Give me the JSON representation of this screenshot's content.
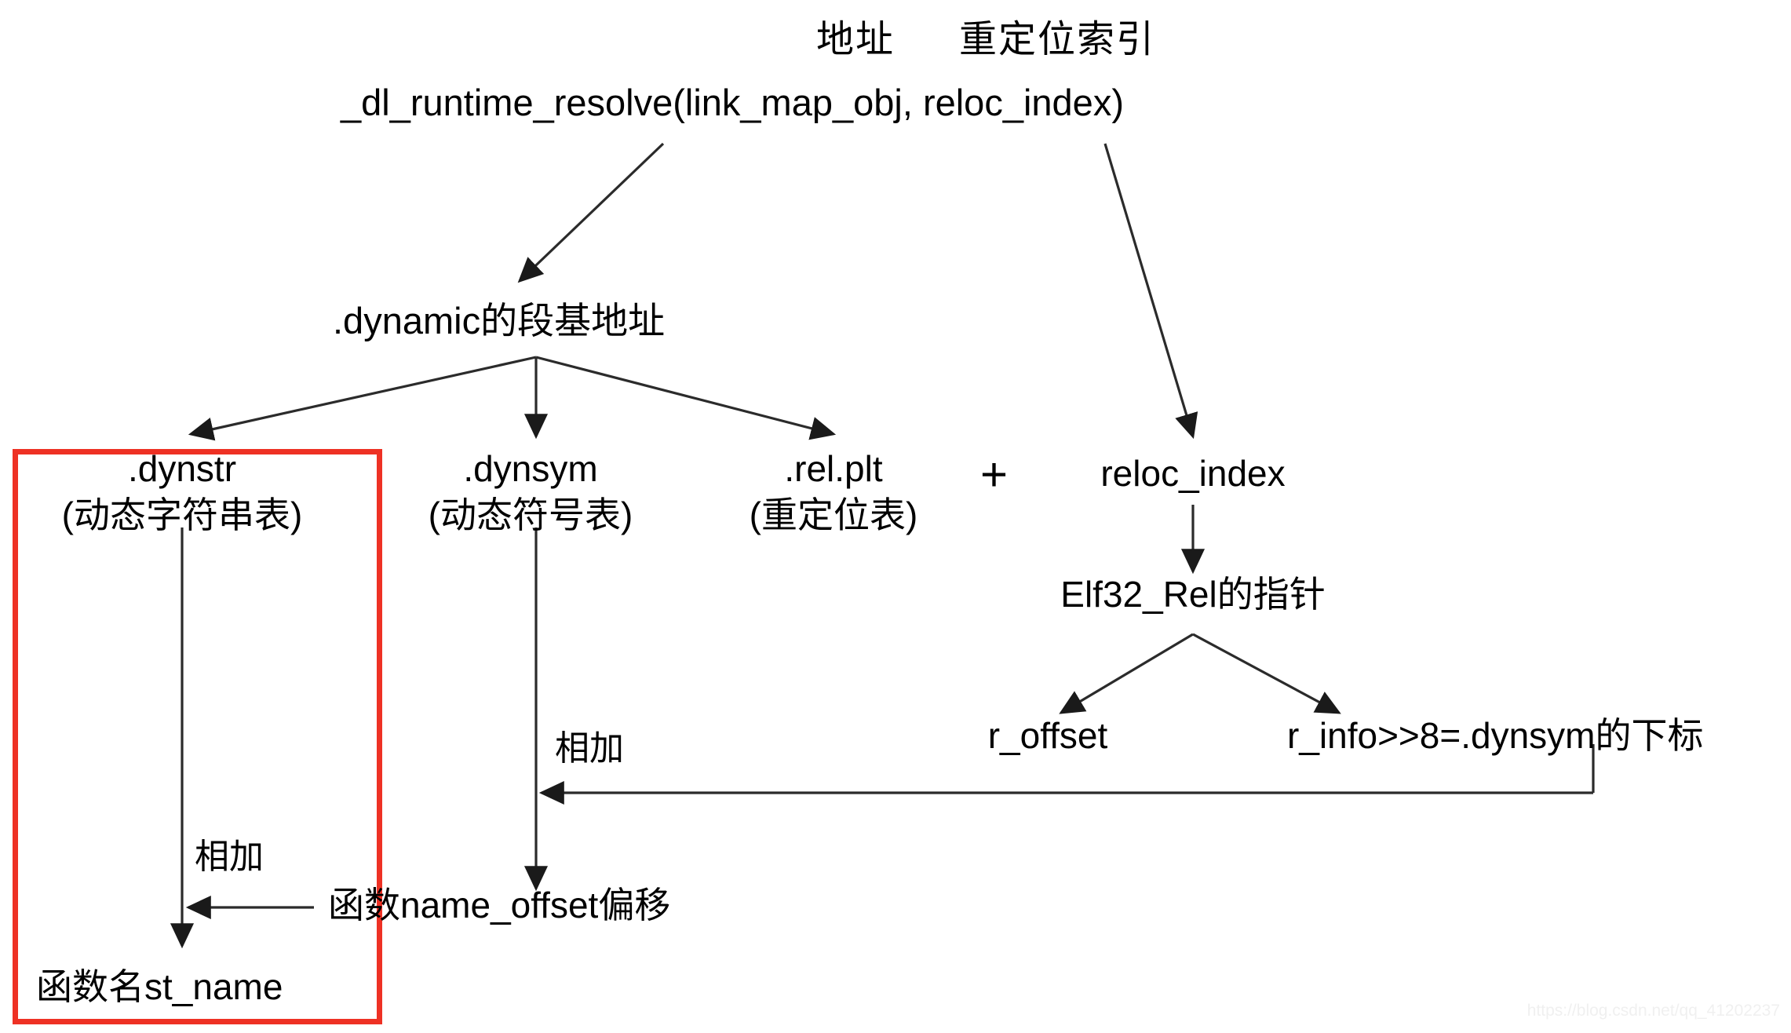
{
  "diagram": {
    "title_row": {
      "address_label": "地址",
      "reloc_index_label": "重定位索引"
    },
    "nodes": {
      "entry": "_dl_runtime_resolve(link_map_obj, reloc_index)",
      "dynamic_base": ".dynamic的段基地址",
      "dynstr_name": ".dynstr",
      "dynstr_desc": "(动态字符串表)",
      "dynsym_name": ".dynsym",
      "dynsym_desc": "(动态符号表)",
      "relplt_name": ".rel.plt",
      "relplt_desc": "(重定位表)",
      "plus_operator": "+",
      "reloc_index": "reloc_index",
      "elf32_rel_ptr": "Elf32_Rel的指针",
      "r_offset": "r_offset",
      "r_info": "r_info>>8=.dynsym的下标",
      "add_label_mid": "相加",
      "add_label_left": "相加",
      "name_offset": "函数name_offset偏移",
      "func_name": "函数名st_name"
    },
    "highlight": {
      "color": "#ee3124",
      "target": ".dynstr"
    },
    "watermark": "https://blog.csdn.net/qq_41202237"
  }
}
